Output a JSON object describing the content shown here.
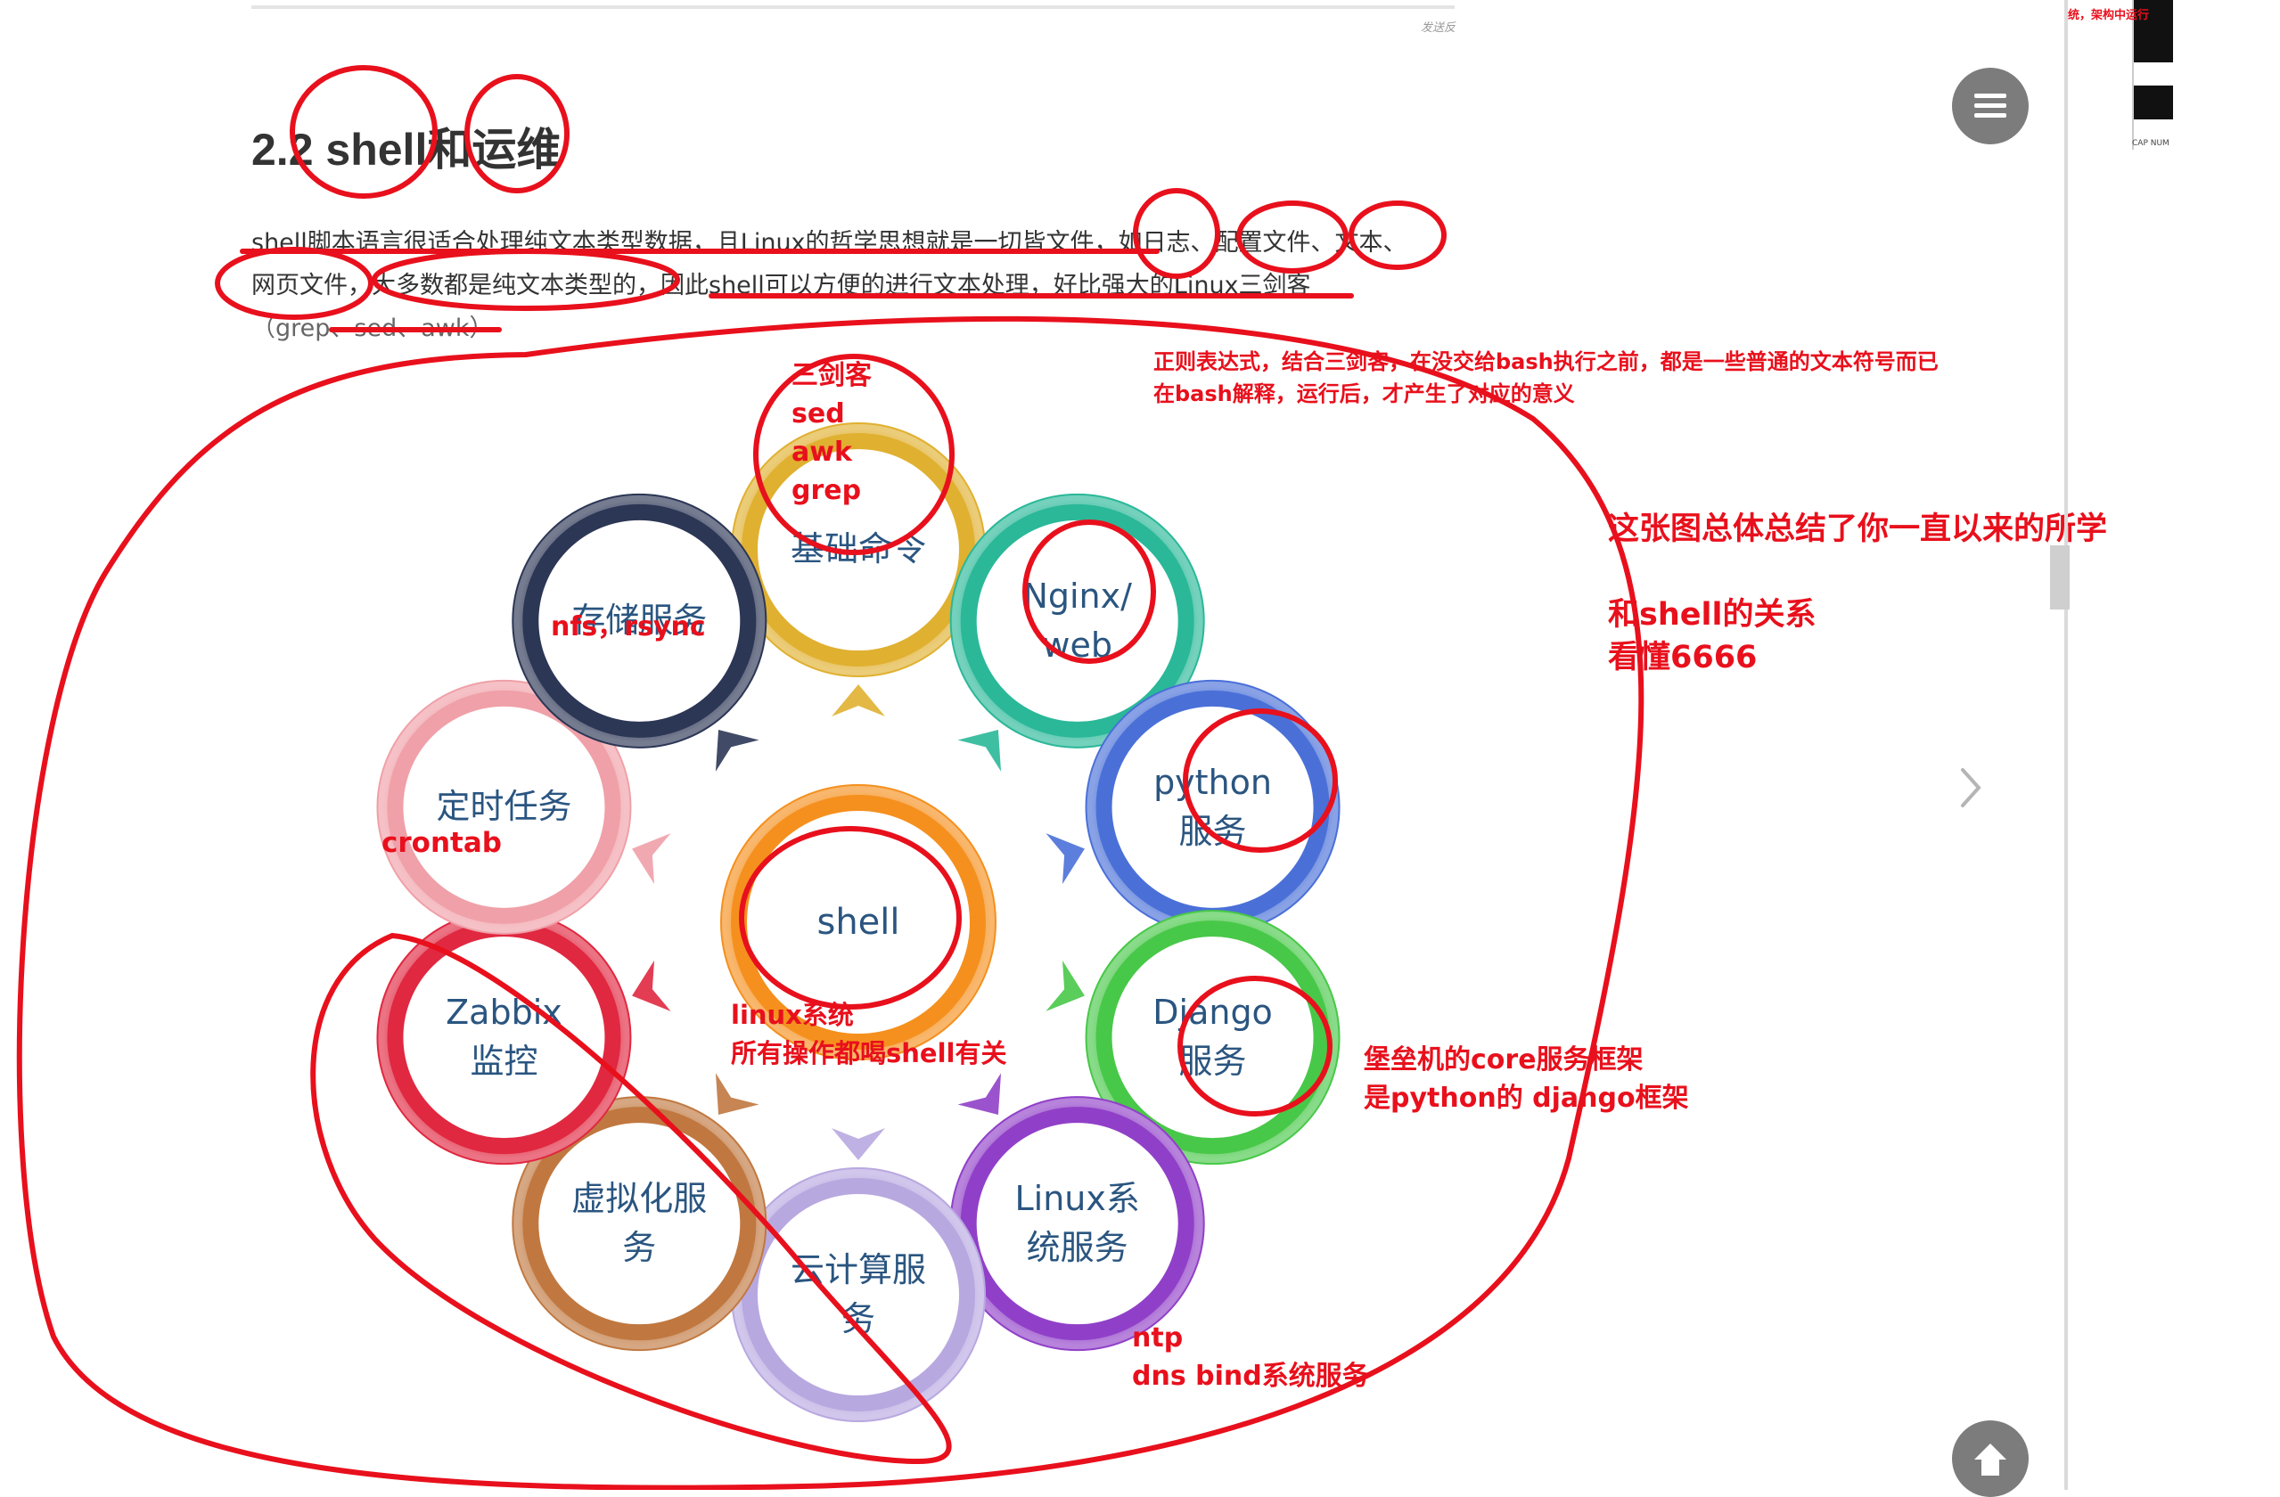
{
  "page": {
    "top_meta": "发送反",
    "heading": "2.2 shell和运维",
    "para1": "shell脚本语言很适合处理纯文本类型数据，且Linux的哲学思想就是一切皆文件，如日志、配置文件、文本、",
    "para2": "网页文件，大多数都是纯文本类型的，因此shell可以方便的进行文本处理，好比强大的Linux三剑客",
    "para3": "（grep、sed、awk）"
  },
  "sidebar": {
    "red_tag": "统，架构中运行",
    "thumb_caption": "CAP NUM"
  },
  "diagram": {
    "center": "shell",
    "rings": [
      {
        "lines": [
          "基础命令"
        ],
        "color": "#e0b030"
      },
      {
        "lines": [
          "Nginx/",
          "web"
        ],
        "color": "#2ab898"
      },
      {
        "lines": [
          "python",
          "服务"
        ],
        "color": "#4a70d8"
      },
      {
        "lines": [
          "Django",
          "服务"
        ],
        "color": "#48c848"
      },
      {
        "lines": [
          "Linux系",
          "统服务"
        ],
        "color": "#9040c8"
      },
      {
        "lines": [
          "云计算服",
          "务"
        ],
        "color": "#b8a8e0"
      },
      {
        "lines": [
          "虚拟化服",
          "务"
        ],
        "color": "#c07840"
      },
      {
        "lines": [
          "Zabbix",
          "监控"
        ],
        "color": "#e02840"
      },
      {
        "lines": [
          "定时任务"
        ],
        "color": "#f0a0a8"
      },
      {
        "lines": [
          "存储服务"
        ],
        "color": "#2c3655"
      }
    ]
  },
  "annotations": {
    "sanjianke": [
      "三剑客",
      "sed",
      "awk",
      "grep"
    ],
    "regex_note": [
      "正则表达式，结合三剑客，在没交给bash执行之前，都是一些普通的文本符号而已",
      "在bash解释，运行后，才产生了对应的意义"
    ],
    "summary": [
      "这张图总体总结了你一直以来的所学",
      "和shell的关系",
      "看懂6666"
    ],
    "nfs": "nfs，rsync",
    "crontab": "crontab",
    "linux_system": [
      "linux系统",
      "所有操作都喝shell有关"
    ],
    "django_note": [
      "堡垒机的core服务框架",
      "是python的 django框架"
    ],
    "ntp": [
      "ntp",
      "dns bind系统服务"
    ]
  },
  "icons": {
    "menu": "menu-icon",
    "next": "chevron-right-icon",
    "back_to_top": "arrow-up-icon"
  },
  "colors": {
    "annotation_red": "#e8101c",
    "button_gray": "#7c7c7c",
    "center_orange": "#f5901e"
  }
}
